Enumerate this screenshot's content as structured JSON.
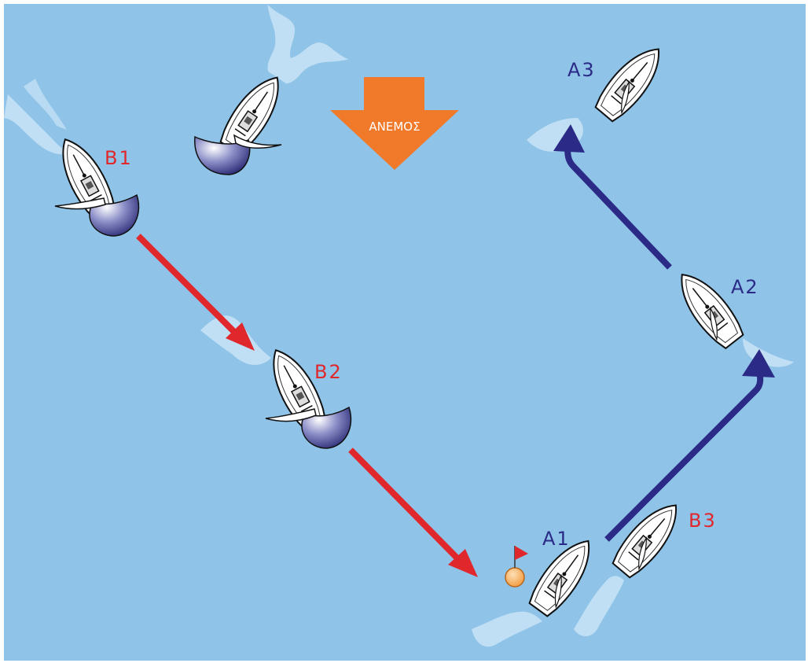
{
  "wind": {
    "label": "ΑΝΕΜΟΣ"
  },
  "labels": {
    "b1": "B1",
    "b2": "B2",
    "b3": "B3",
    "a1": "A1",
    "a2": "A2",
    "a3": "A3"
  },
  "colors": {
    "water": "#8fc3e8",
    "team_a": "#2b2a86",
    "team_b": "#e0272c",
    "wind_arrow": "#f07a2a",
    "mark": "#f5a550"
  },
  "icons": [
    "boat-icon",
    "spinnaker-icon",
    "wake-icon",
    "flag-icon",
    "mark-buoy-icon"
  ]
}
